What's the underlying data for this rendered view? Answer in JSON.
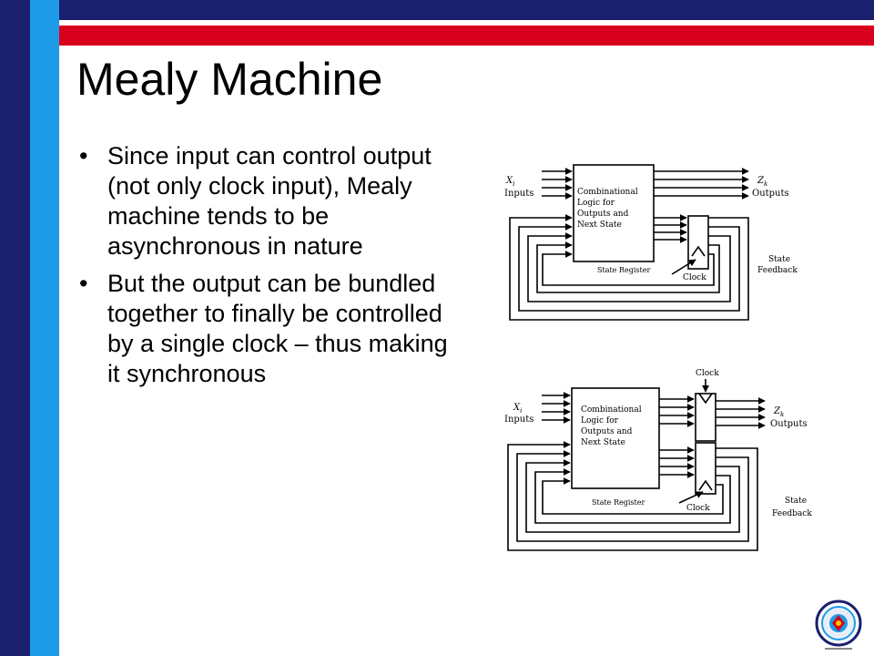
{
  "title": "Mealy Machine",
  "bullets": [
    "Since input can control output (not only clock input), Mealy machine tends to be asynchronous in nature",
    "But the output can be bundled together to finally be controlled by a single clock – thus making it synchronous"
  ],
  "diagram1": {
    "input_label_1": "X",
    "input_label_sub": "i",
    "input_label_2": "Inputs",
    "output_label_1": "Z",
    "output_label_sub": "k",
    "output_label_2": "Outputs",
    "logic_lines": [
      "Combinational",
      "Logic for",
      "Outputs and",
      "Next State"
    ],
    "state_register": "State Register",
    "clock": "Clock",
    "feedback_lines": [
      "State",
      "Feedback"
    ]
  },
  "diagram2": {
    "input_label_1": "X",
    "input_label_sub": "i",
    "input_label_2": "Inputs",
    "output_label_1": "Z",
    "output_label_sub": "k",
    "output_label_2": "Outputs",
    "logic_lines": [
      "Combinational",
      "Logic for",
      "Outputs and",
      "Next State"
    ],
    "state_register": "State Register",
    "clock_top": "Clock",
    "clock_bottom": "Clock",
    "feedback_lines": [
      "State",
      "Feedback"
    ]
  },
  "colors": {
    "navy": "#1a1f6e",
    "sky_blue": "#1e9be6",
    "red": "#d8001c"
  },
  "logo_icon": "university-seal-icon"
}
